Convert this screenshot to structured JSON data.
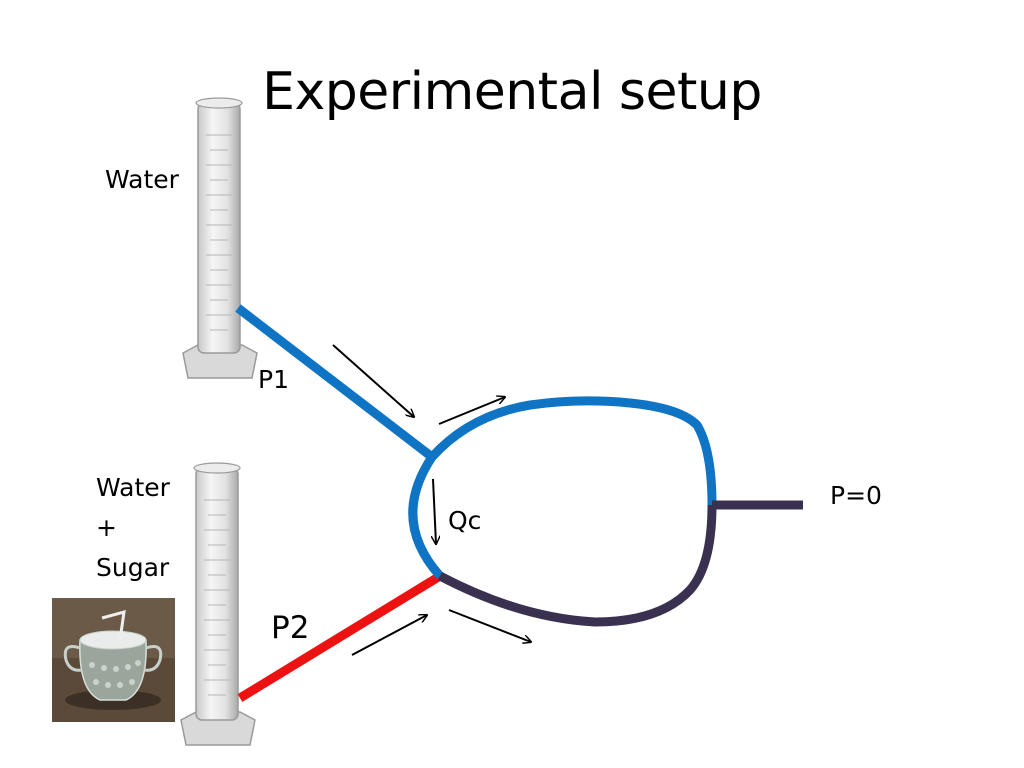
{
  "slide": {
    "title": "Experimental setup"
  },
  "labels": {
    "reservoir_top": "Water",
    "reservoir_bottom_line1": "Water",
    "reservoir_bottom_line2": "+",
    "reservoir_bottom_line3": "Sugar",
    "p1": "P1",
    "p2": "P2",
    "qc": "Qc",
    "outlet": "P=0"
  },
  "colors": {
    "water_channel": "#0e74c3",
    "sugar_channel": "#ee1111",
    "mixed_channel": "#3a3050",
    "arrow": "#000000"
  },
  "icons": {
    "cylinder_top": "graduated-cylinder-icon",
    "cylinder_bottom": "graduated-cylinder-icon",
    "sugar_bowl": "sugar-bowl-photo"
  }
}
